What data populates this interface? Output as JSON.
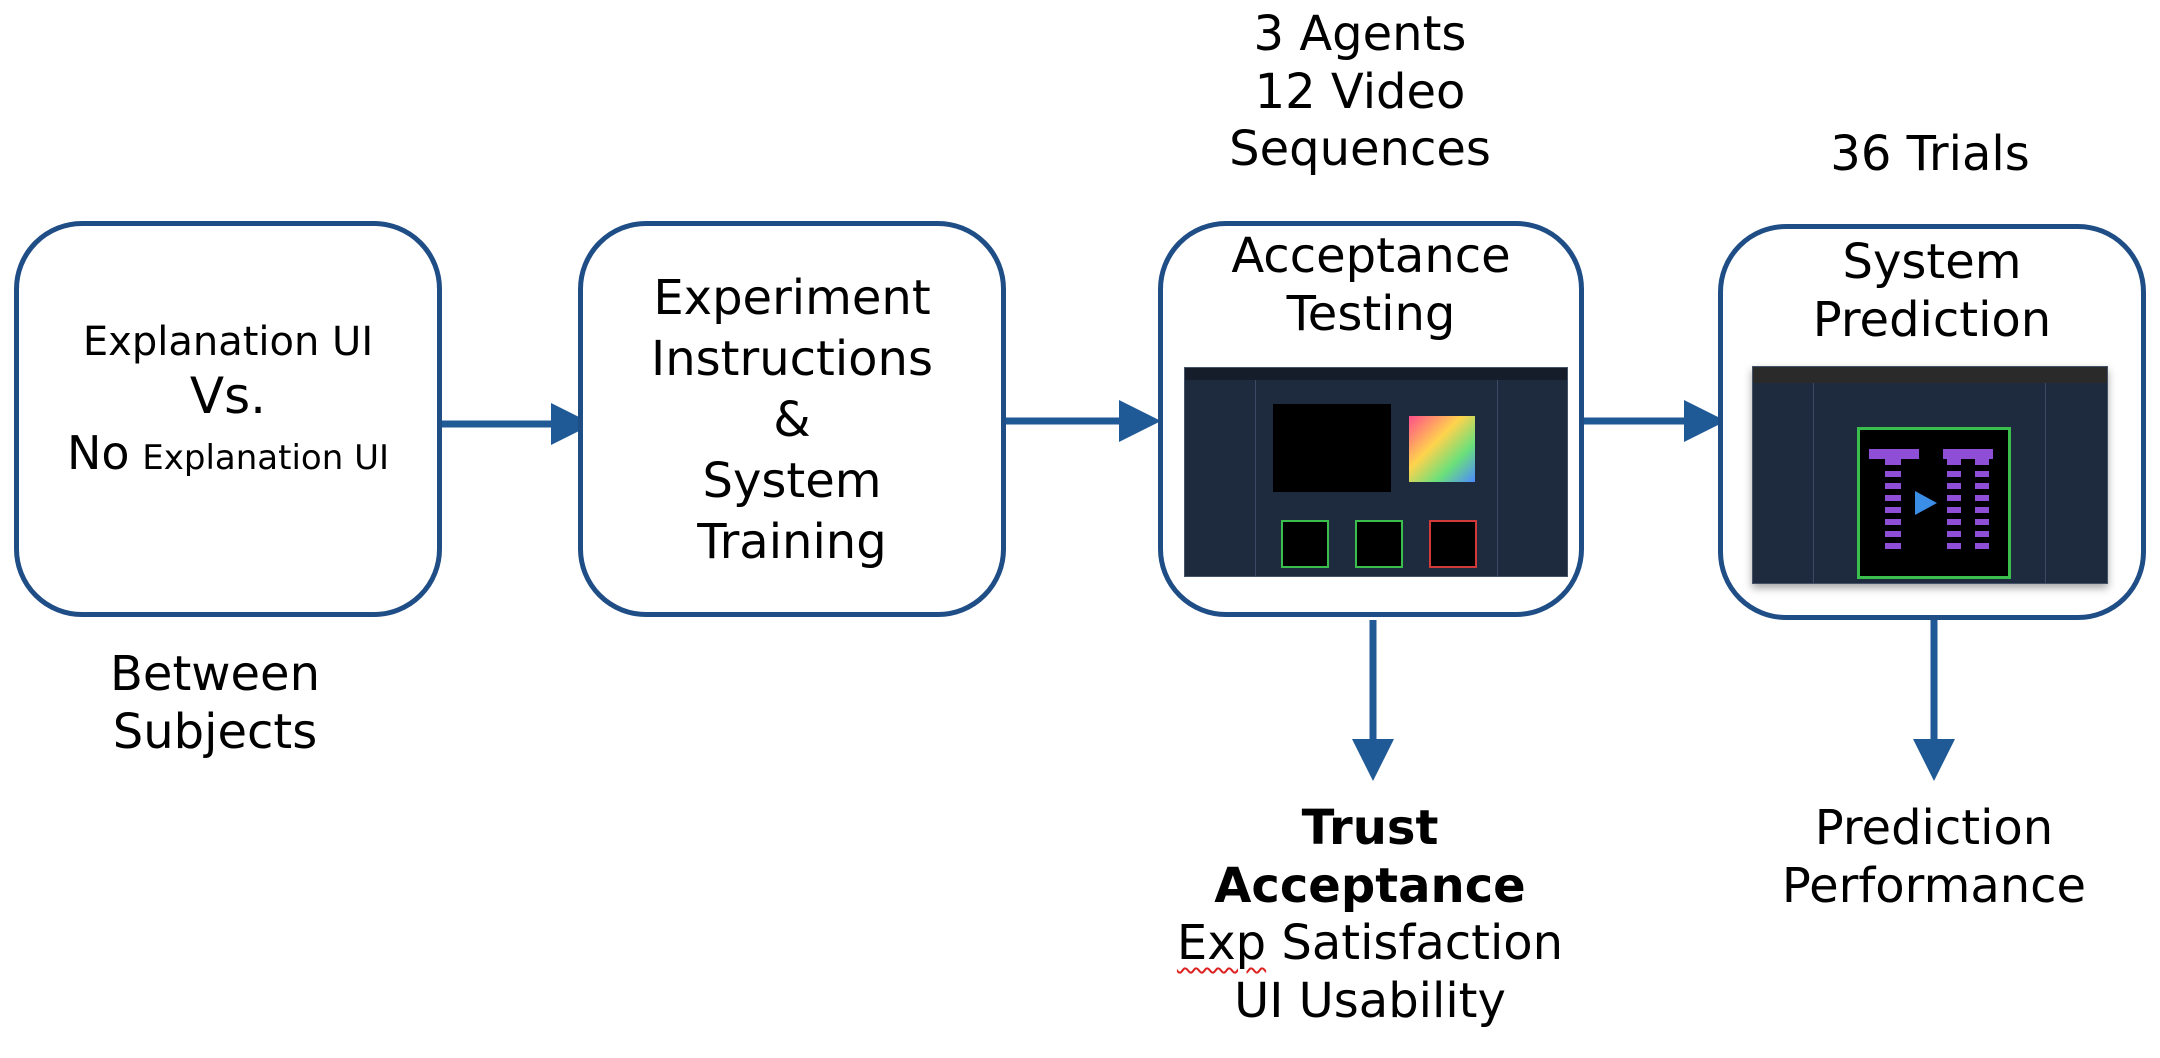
{
  "box1": {
    "line1": "Explanation UI",
    "line2": "Vs.",
    "line3a": "No",
    "line3b": "Explanation UI"
  },
  "box1_below": {
    "line1": "Between",
    "line2": "Subjects"
  },
  "box2": {
    "line1": "Experiment",
    "line2": "Instructions",
    "line3": "&",
    "line4": "System",
    "line5": "Training"
  },
  "box3_above": {
    "line1": "3 Agents",
    "line2": "12 Video",
    "line3": "Sequences"
  },
  "box3": {
    "line1": "Acceptance",
    "line2": "Testing"
  },
  "box3_below": {
    "line1": "Trust",
    "line2": "Acceptance",
    "line3a": "Exp",
    "line3b": " Satisfaction",
    "line4": "UI Usability"
  },
  "box4_above": {
    "line1": "36 Trials"
  },
  "box4": {
    "line1": "System",
    "line2": "Prediction"
  },
  "box4_below": {
    "line1": "Prediction",
    "line2": "Performance"
  },
  "colors": {
    "box_border": "#1f4e86",
    "arrow": "#1f5a96"
  }
}
